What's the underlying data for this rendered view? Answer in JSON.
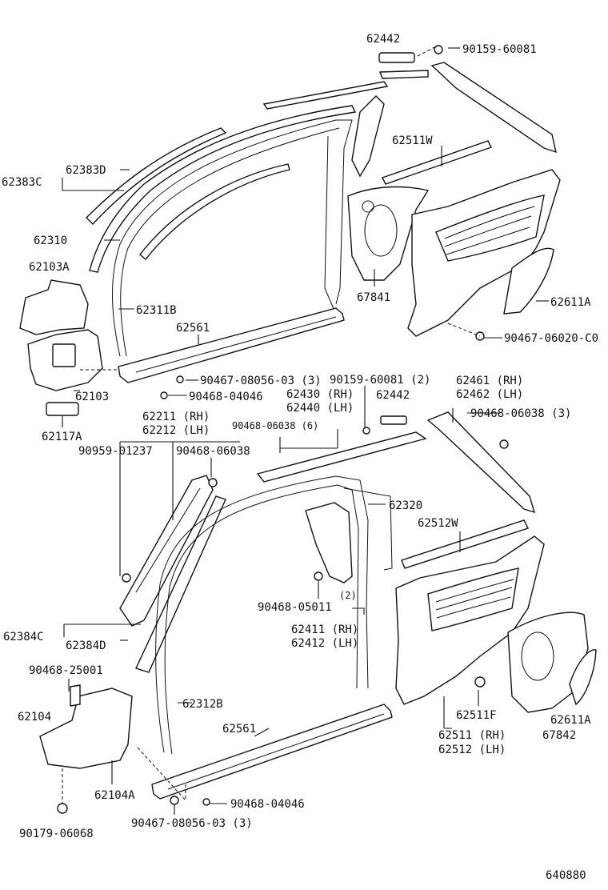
{
  "diagram_id": "640880",
  "labels": {
    "p62442_top": "62442",
    "p90159_top": "90159-60081",
    "p62511W": "62511W",
    "p62383D": "62383D",
    "p62383C": "62383C",
    "p62310": "62310",
    "p62103A": "62103A",
    "p62311B": "62311B",
    "p62561_top": "62561",
    "p67841": "67841",
    "p62611A_top": "62611A",
    "p90467_0602": "90467-06020-C0",
    "p90467_0805_top": "90467-08056-03 (3)",
    "p90468_0404_top": "90468-04046",
    "p62103": "62103",
    "p62117A": "62117A",
    "p90159_mid": "90159-60081 (2)",
    "p62430": "62430 (RH)",
    "p62440": "62440 (LH)",
    "p62442_mid": "62442",
    "p62461": "62461 (RH)",
    "p62462": "62462 (LH)",
    "p90468_0603_right": "90468-06038 (3)",
    "p62211": "62211 (RH)",
    "p62212": "62212 (LH)",
    "p90468_0603_mid": "90468-06038",
    "p90468_0603_6": "90468-06038 (6)",
    "p90959": "90959-01237",
    "p62320": "62320",
    "p62512W": "62512W",
    "p62384C": "62384C",
    "p62384D": "62384D",
    "p90468_0501": "90468-05011",
    "p90468_0501_qty": "(2)",
    "p62411": "62411 (RH)",
    "p62412": "62412 (LH)",
    "p90468_2500": "90468-25001",
    "p62104": "62104",
    "p62312B": "62312B",
    "p62511F": "62511F",
    "p62611A_bot": "62611A",
    "p62511": "62511 (RH)",
    "p67842": "67842",
    "p62512": "62512 (LH)",
    "p62561_bot": "62561",
    "p62104A": "62104A",
    "p90468_0404_bot": "90468-04046",
    "p90467_0805_bot": "90467-08056-03 (3)",
    "p90179": "90179-06068"
  }
}
